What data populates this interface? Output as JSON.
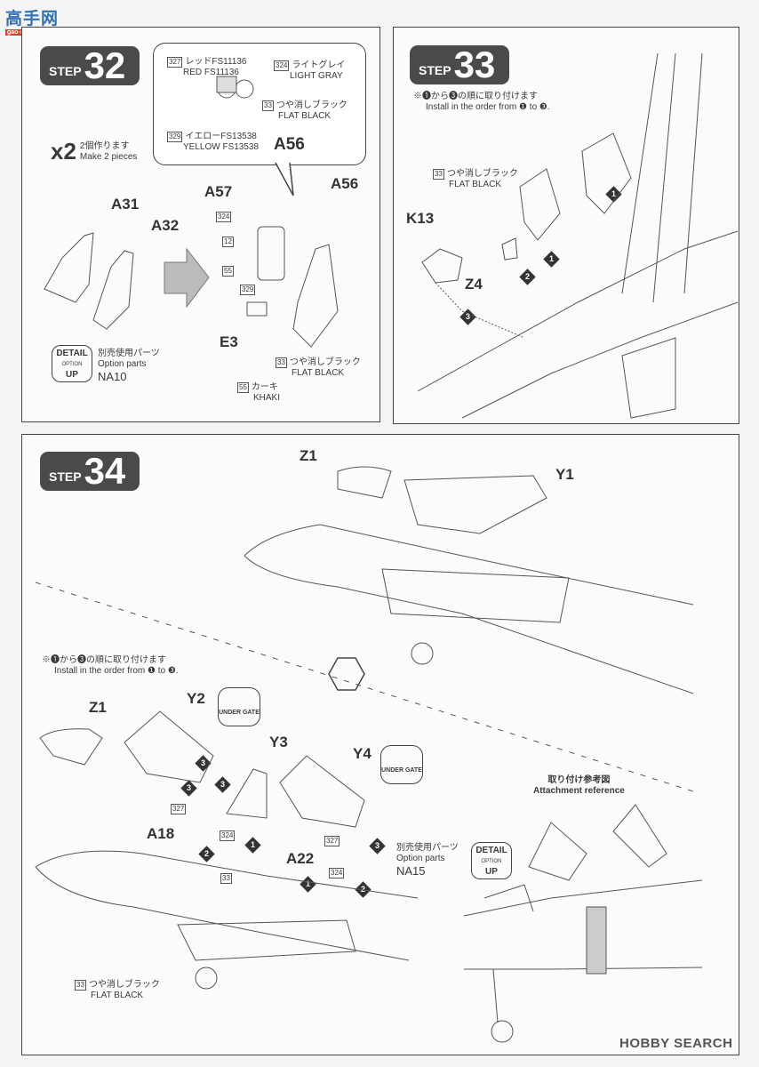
{
  "site_logo": {
    "text": "高手网",
    "url_text": "gao-shou.com"
  },
  "step32": {
    "badge_word": "STEP",
    "badge_number": "32",
    "multiplier": "x2",
    "multiplier_jp": "2個作ります",
    "multiplier_en": "Make 2 pieces",
    "callout": {
      "paints": [
        {
          "code": "327",
          "jp": "レッドFS11136",
          "en": "RED FS11136"
        },
        {
          "code": "324",
          "jp": "ライトグレイ",
          "en": "LIGHT GRAY"
        },
        {
          "code": "33",
          "jp": "つや消しブラック",
          "en": "FLAT BLACK"
        },
        {
          "code": "329",
          "jp": "イエローFS13538",
          "en": "YELLOW FS13538"
        }
      ],
      "part": "A56"
    },
    "parts": [
      "A31",
      "A32",
      "A57",
      "A56",
      "E3"
    ],
    "paint_codes": [
      "324",
      "12",
      "55",
      "329"
    ],
    "paint_black": {
      "code": "33",
      "jp": "つや消しブラック",
      "en": "FLAT BLACK"
    },
    "paint_khaki": {
      "code": "55",
      "jp": "カーキ",
      "en": "KHAKI"
    },
    "option": {
      "badge_top": "DETAIL",
      "badge_mid": "OPTION",
      "badge_bottom": "UP",
      "jp": "別売使用パーツ",
      "en": "Option parts",
      "part": "NA10"
    }
  },
  "step33": {
    "badge_word": "STEP",
    "badge_number": "33",
    "note_jp": "※❶から❸の順に取り付けます",
    "note_en": "Install in the order from ❶ to ❸.",
    "paint": {
      "code": "33",
      "jp": "つや消しブラック",
      "en": "FLAT BLACK"
    },
    "parts": [
      "K13",
      "Z4"
    ],
    "order_markers": [
      "1",
      "1",
      "2",
      "3"
    ]
  },
  "step34": {
    "badge_word": "STEP",
    "badge_number": "34",
    "parts_top": [
      "Z1",
      "Y1"
    ],
    "note_jp": "※❶から❸の順に取り付けます",
    "note_en": "Install in the order from ❶ to ❸.",
    "parts_bottom": [
      "Z1",
      "Y2",
      "Y3",
      "Y4",
      "A18",
      "A22"
    ],
    "under_gate": "UNDER GATE",
    "paint_codes": [
      "327",
      "324",
      "33",
      "327",
      "324"
    ],
    "order_markers": [
      "3",
      "3",
      "3",
      "1",
      "2",
      "1",
      "2",
      "3"
    ],
    "reference_jp": "取り付け参考図",
    "reference_en": "Attachment reference",
    "option": {
      "badge_top": "DETAIL",
      "badge_mid": "OPTION",
      "badge_bottom": "UP",
      "jp": "別売使用パーツ",
      "en": "Option parts",
      "part": "NA15"
    },
    "paint_black": {
      "code": "33",
      "jp": "つや消しブラック",
      "en": "FLAT BLACK"
    }
  },
  "watermark": "HOBBY SEARCH"
}
